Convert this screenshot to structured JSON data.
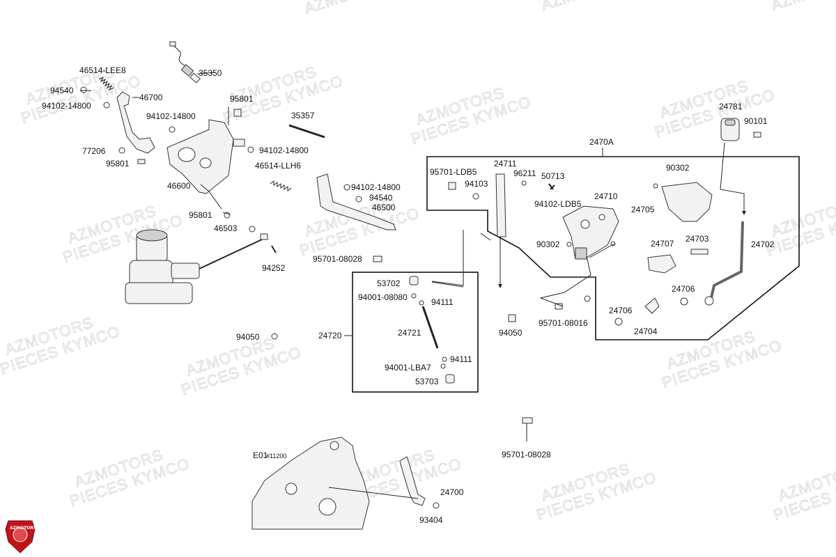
{
  "watermark": {
    "line1": "AZMOTORS",
    "line2": "PIECES KYMCO"
  },
  "logo": {
    "text": "AZMOTORS",
    "color": "#c0141a"
  },
  "groups": {
    "assembly_2470A": "2470A",
    "assembly_24720": "24720",
    "engine_ref": "E01",
    "engine_ref_serial": "#11200"
  },
  "labels": [
    {
      "id": "35350",
      "text": "35350"
    },
    {
      "id": "46514-LEE8",
      "text": "46514-LEE8"
    },
    {
      "id": "94540-a",
      "text": "94540"
    },
    {
      "id": "46700",
      "text": "46700"
    },
    {
      "id": "94102-14800-a",
      "text": "94102-14800"
    },
    {
      "id": "95801-a",
      "text": "95801"
    },
    {
      "id": "94102-14800-b",
      "text": "94102-14800"
    },
    {
      "id": "35357",
      "text": "35357"
    },
    {
      "id": "77206",
      "text": "77206"
    },
    {
      "id": "95801-b",
      "text": "95801"
    },
    {
      "id": "94102-14800-c",
      "text": "94102-14800"
    },
    {
      "id": "46514-LLH6",
      "text": "46514-LLH6"
    },
    {
      "id": "46600",
      "text": "46600"
    },
    {
      "id": "94102-14800-d",
      "text": "94102-14800"
    },
    {
      "id": "94540-b",
      "text": "94540"
    },
    {
      "id": "46500",
      "text": "46500"
    },
    {
      "id": "95801-c",
      "text": "95801"
    },
    {
      "id": "46503",
      "text": "46503"
    },
    {
      "id": "94252",
      "text": "94252"
    },
    {
      "id": "95701-08028-a",
      "text": "95701-08028"
    },
    {
      "id": "94050-a",
      "text": "94050"
    },
    {
      "id": "95701-LDB5",
      "text": "95701-LDB5"
    },
    {
      "id": "24711",
      "text": "24711"
    },
    {
      "id": "96211",
      "text": "96211"
    },
    {
      "id": "50713",
      "text": "50713"
    },
    {
      "id": "94103",
      "text": "94103"
    },
    {
      "id": "90302-a",
      "text": "90302"
    },
    {
      "id": "24710",
      "text": "24710"
    },
    {
      "id": "94102-LDB5",
      "text": "94102-LDB5"
    },
    {
      "id": "24705",
      "text": "24705"
    },
    {
      "id": "24781",
      "text": "24781"
    },
    {
      "id": "90101",
      "text": "90101"
    },
    {
      "id": "90302-b",
      "text": "90302"
    },
    {
      "id": "24707",
      "text": "24707"
    },
    {
      "id": "24703",
      "text": "24703"
    },
    {
      "id": "24702",
      "text": "24702"
    },
    {
      "id": "24706-a",
      "text": "24706"
    },
    {
      "id": "24706-b",
      "text": "24706"
    },
    {
      "id": "24704",
      "text": "24704"
    },
    {
      "id": "95701-08016",
      "text": "95701-08016"
    },
    {
      "id": "94050-b",
      "text": "94050"
    },
    {
      "id": "53702",
      "text": "53702"
    },
    {
      "id": "94001-08080",
      "text": "94001-08080"
    },
    {
      "id": "94111-a",
      "text": "94111"
    },
    {
      "id": "24721",
      "text": "24721"
    },
    {
      "id": "94111-b",
      "text": "94111"
    },
    {
      "id": "94001-LBA7",
      "text": "94001-LBA7"
    },
    {
      "id": "53703",
      "text": "53703"
    },
    {
      "id": "95701-08028-b",
      "text": "95701-08028"
    },
    {
      "id": "24700",
      "text": "24700"
    },
    {
      "id": "93404",
      "text": "93404"
    }
  ]
}
